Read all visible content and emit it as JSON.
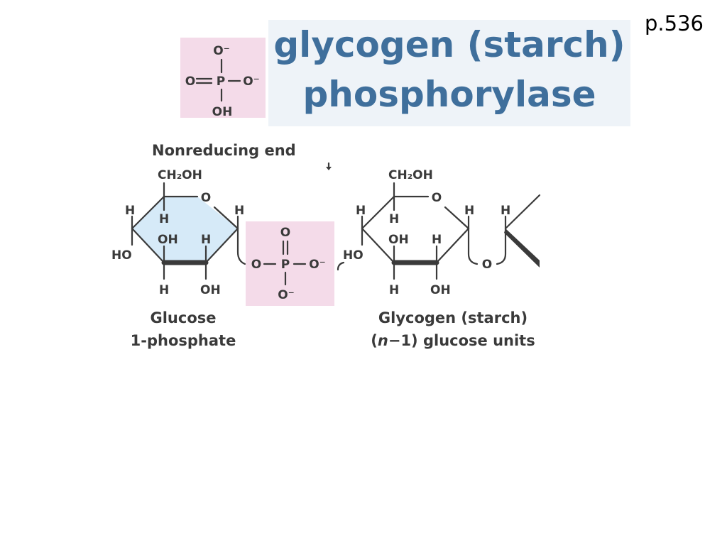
{
  "page_number": "p.536",
  "enzyme": {
    "line1": "glycogen (starch)",
    "line2": "phosphorylase"
  },
  "phosphate_reagent": {
    "top": "O⁻",
    "left": "O",
    "center": "P",
    "right": "O⁻",
    "bottom": "OH"
  },
  "labels": {
    "nonreducing_end": "Nonreducing end",
    "product_line1": "Glucose",
    "product_line2": "1-phosphate",
    "chain_line1": "Glycogen (starch)",
    "chain_line2_italic": "n",
    "chain_line2_rest": "−1) glucose units",
    "chain_line2_open": "("
  },
  "glucose_ring": {
    "ch2oh": "CH₂OH",
    "ring_o": "O",
    "h_left": "H",
    "h_c4": "H",
    "h_right": "H",
    "oh_c3": "OH",
    "h_c2": "H",
    "ho_left": "HO",
    "h_bottom": "H",
    "oh_bottom": "OH"
  },
  "phosphate_group": {
    "top": "O",
    "left": "O",
    "center": "P",
    "right": "O⁻",
    "bottom": "O⁻"
  },
  "chain_ring": {
    "ch2oh": "CH₂OH",
    "ring_o": "O",
    "h_left": "H",
    "h_c4": "H",
    "h_right": "H",
    "h_far": "H",
    "oh_c3": "OH",
    "h_c2": "H",
    "ho_left": "HO",
    "h_bottom": "H",
    "oh_bottom": "OH",
    "linkage_o": "O"
  },
  "colors": {
    "ring_fill": "#d6eaf8",
    "phosphate_fill": "#f4dbe9",
    "title_color": "#3f6f9c",
    "ink": "#3a3a3a"
  }
}
